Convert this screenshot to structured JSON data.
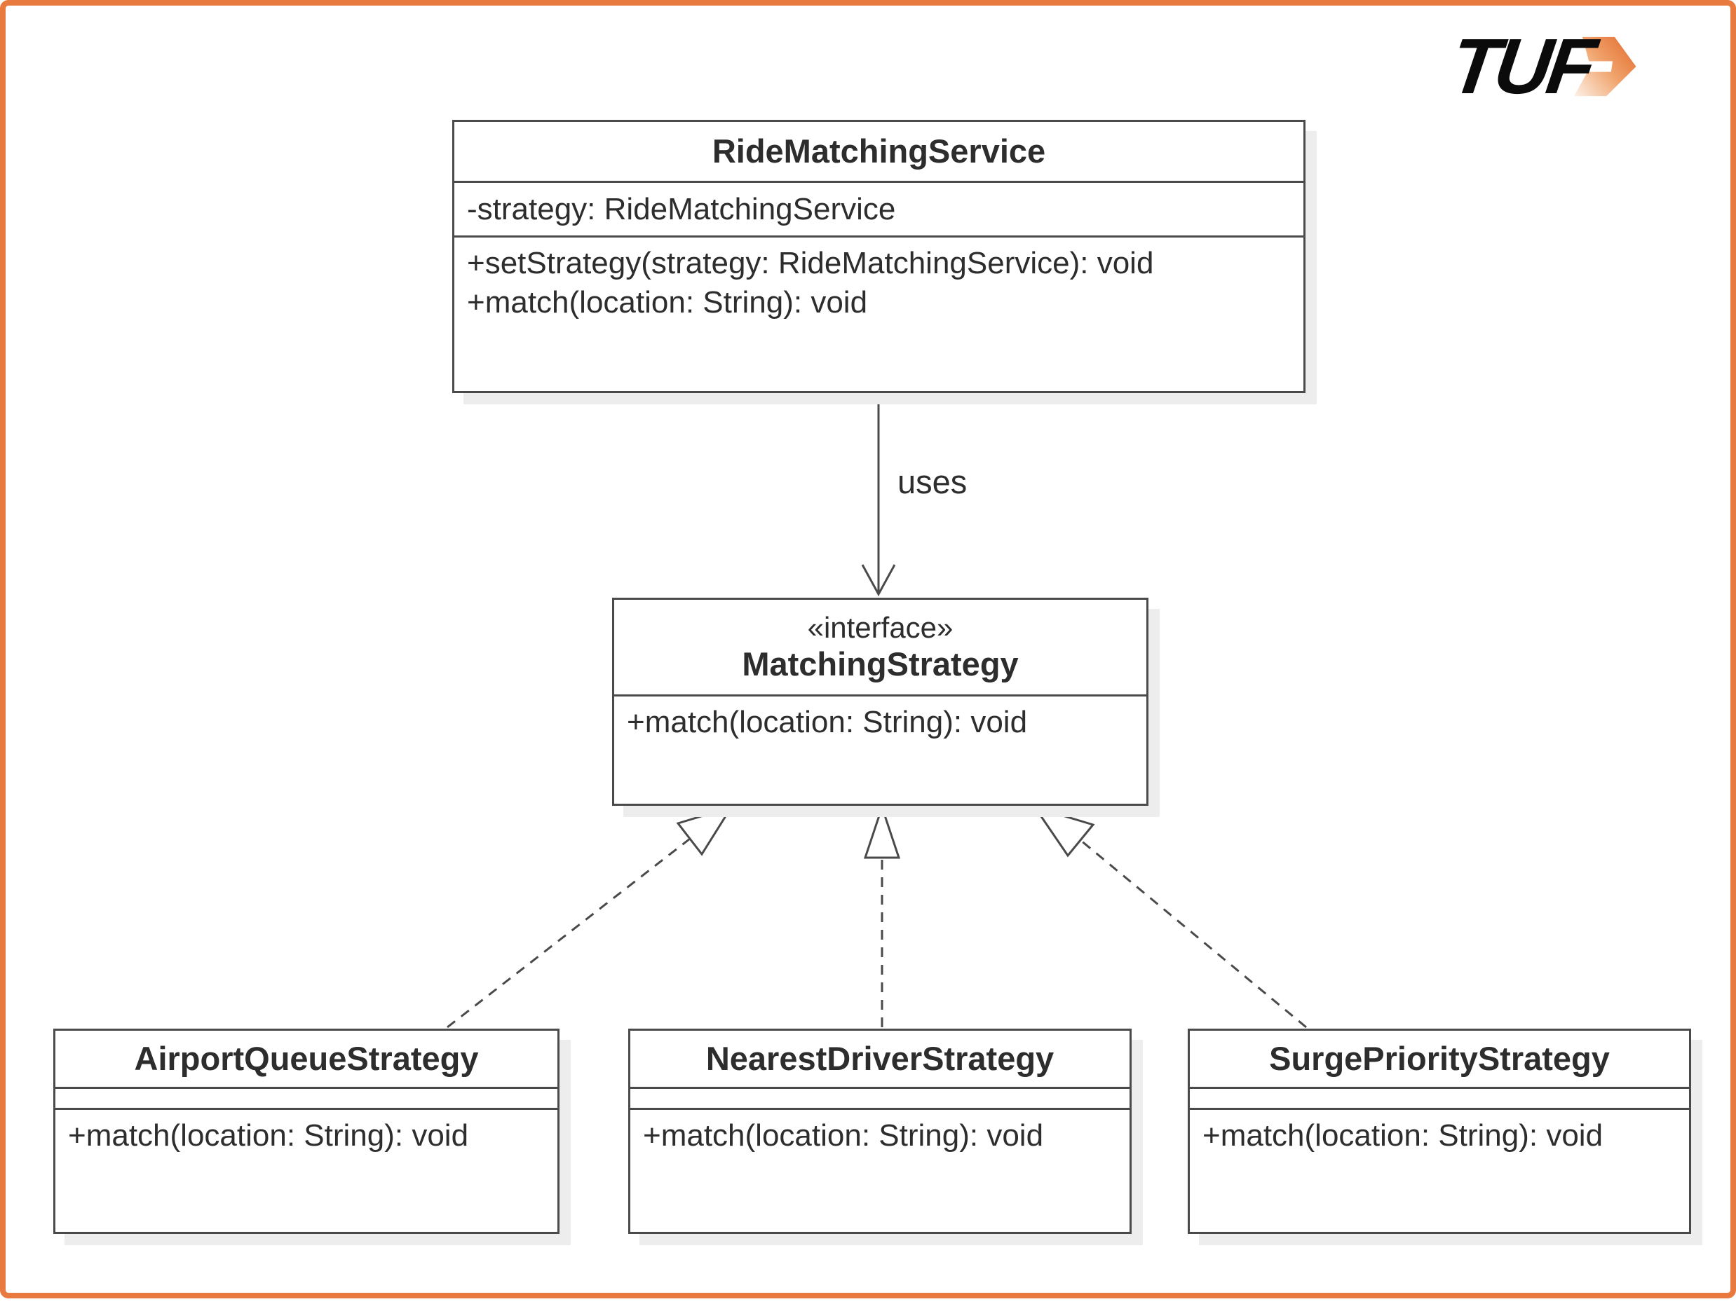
{
  "brand": {
    "logo_text": "TUF"
  },
  "colors": {
    "frame_orange": "#E87A40",
    "box_border": "#4A4A4A",
    "text": "#2D2D2D",
    "box_shadow": "#EDEDED",
    "logo_black": "#0B0B0B",
    "logo_arrow_orange": "#E06325"
  },
  "uml": {
    "ride_matching_service": {
      "title": "RideMatchingService",
      "attributes": [
        "-strategy: RideMatchingService"
      ],
      "methods": [
        "+setStrategy(strategy: RideMatchingService): void",
        "+match(location: String): void"
      ]
    },
    "matching_strategy": {
      "stereotype": "«interface»",
      "title": "MatchingStrategy",
      "methods": [
        "+match(location: String): void"
      ]
    },
    "airport_queue_strategy": {
      "title": "AirportQueueStrategy",
      "methods": [
        "+match(location: String): void"
      ]
    },
    "nearest_driver_strategy": {
      "title": "NearestDriverStrategy",
      "methods": [
        "+match(location: String): void"
      ]
    },
    "surge_priority_strategy": {
      "title": "SurgePriorityStrategy",
      "methods": [
        "+match(location: String): void"
      ]
    }
  },
  "relationships": {
    "uses_label": "uses",
    "uses_type": "directed association",
    "realization_type": "realization (dashed, hollow triangle)"
  }
}
